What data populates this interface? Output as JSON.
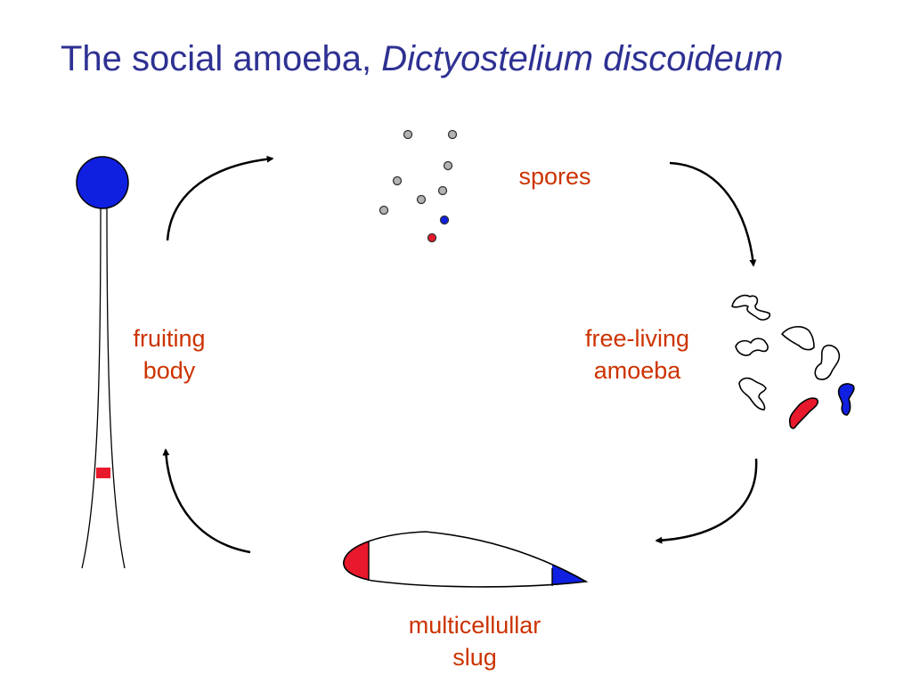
{
  "title": {
    "plain": "The social amoeba, ",
    "italic": "Dictyostelium discoideum"
  },
  "labels": {
    "spores": [
      "spores"
    ],
    "free_living_amoeba": [
      "free-living",
      "amoeba"
    ],
    "multicellular_slug": [
      "multicellullar",
      "slug"
    ],
    "fruiting_body": [
      "fruiting",
      "body"
    ]
  },
  "colors": {
    "title": "#2e3192",
    "label": "#cc3300",
    "prestalk_red": "#e8192c",
    "prespore_blue": "#1020e0",
    "spore_gray": "#b3b3b3",
    "arrow": "#000000"
  }
}
